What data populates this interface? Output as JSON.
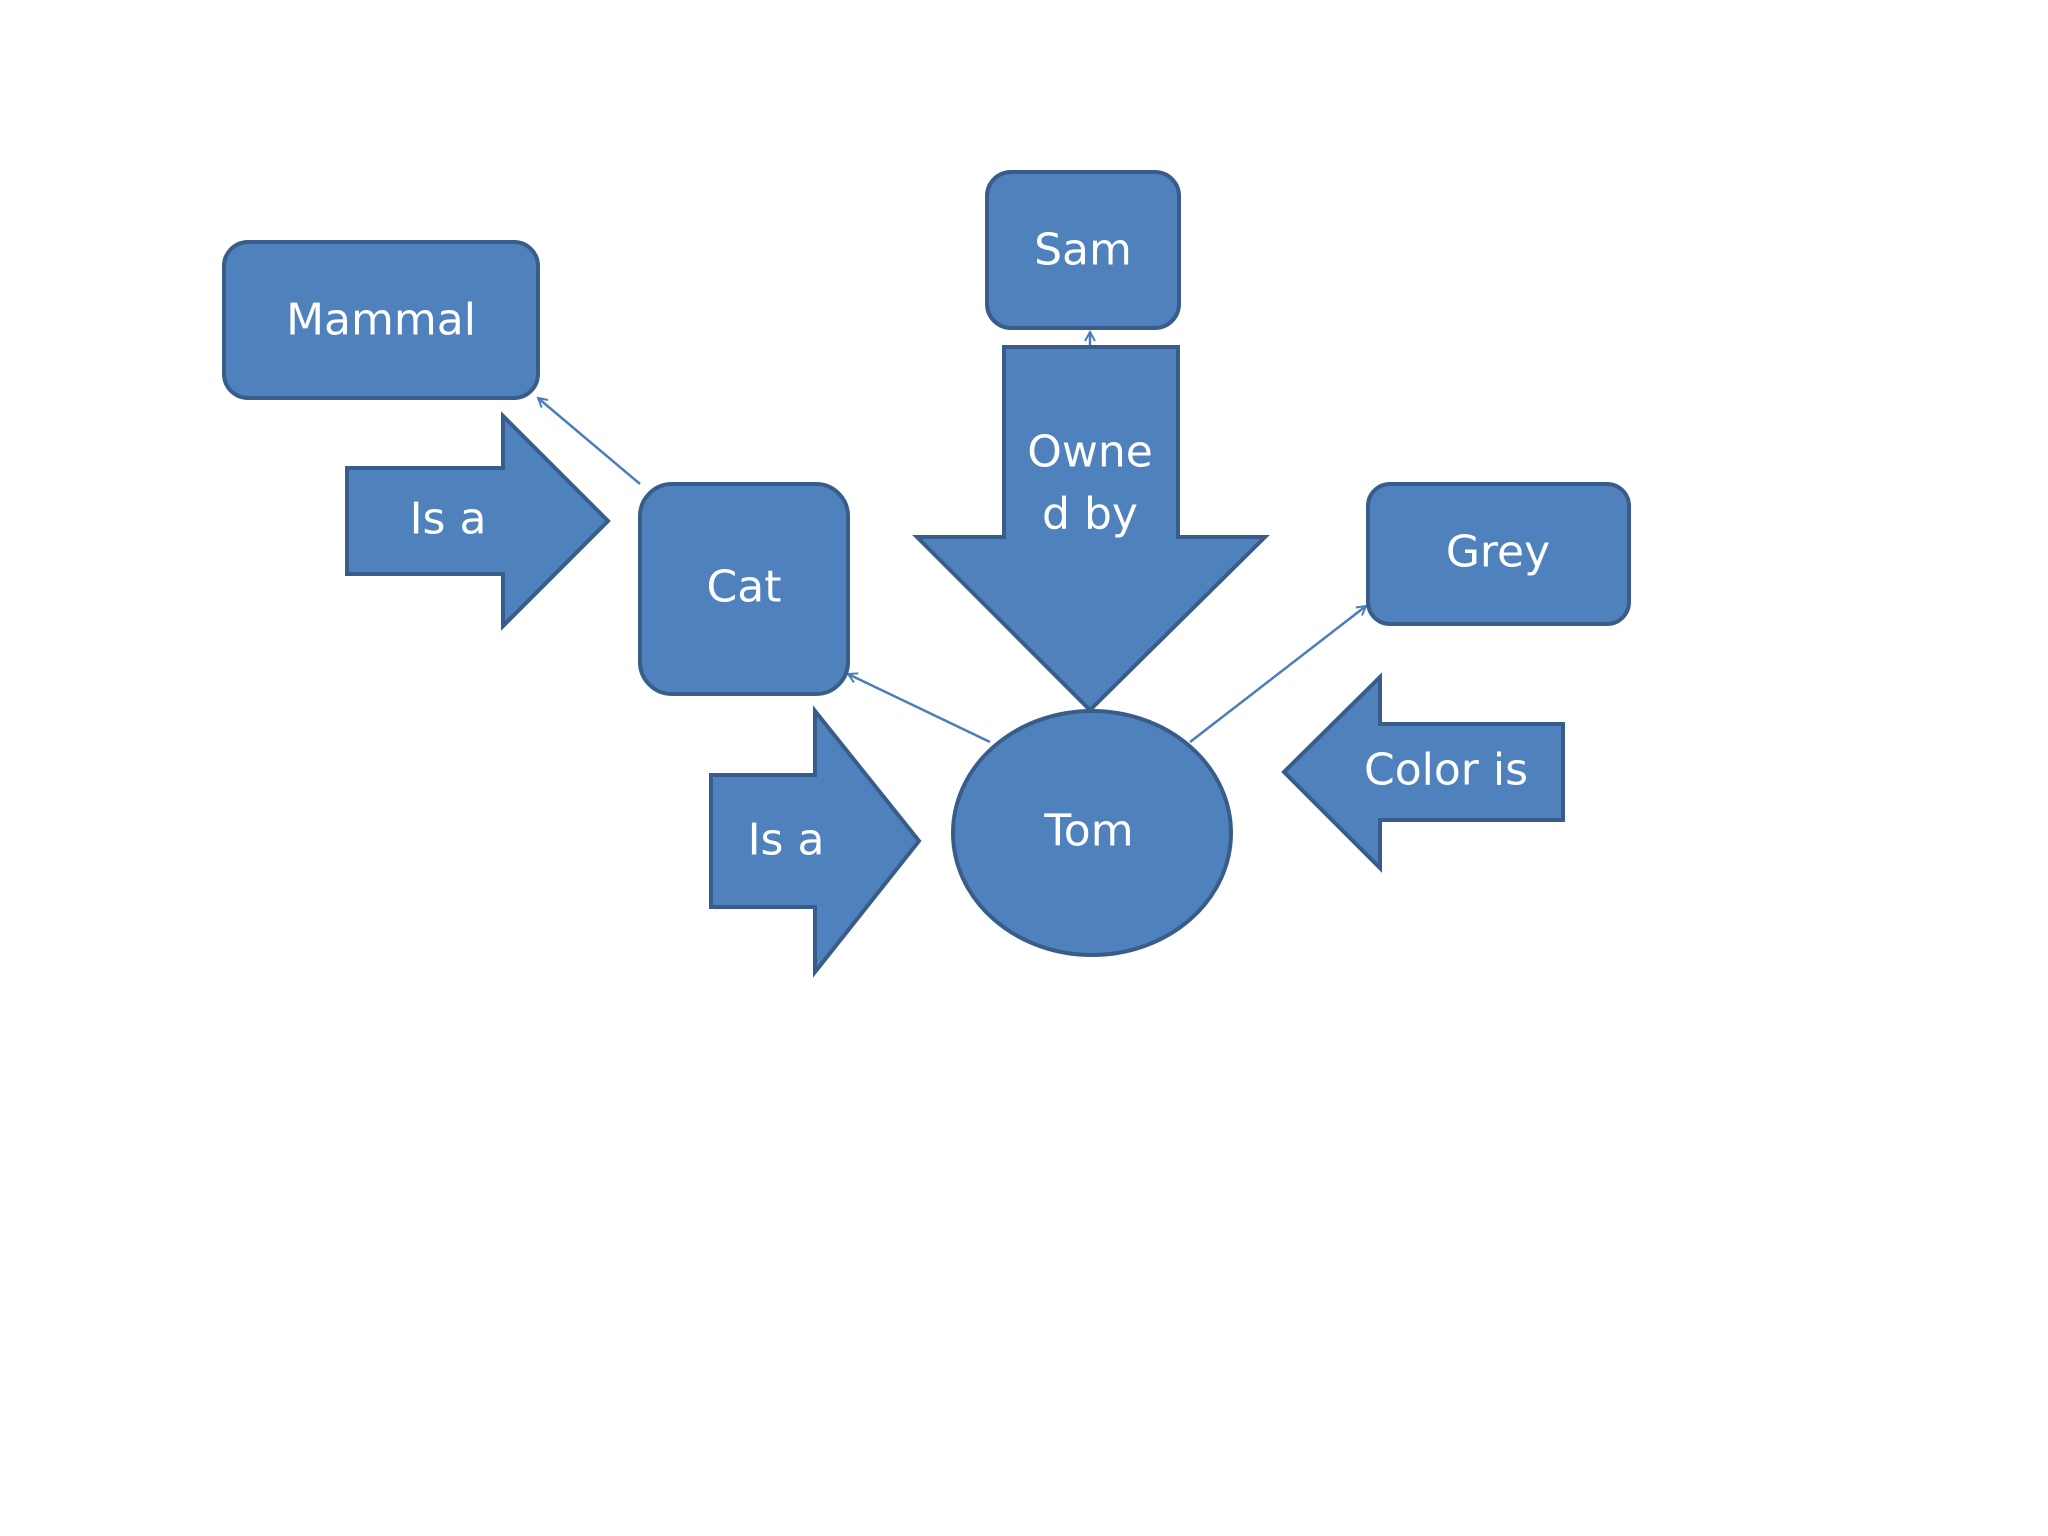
{
  "diagram": {
    "nodes": {
      "mammal": "Mammal",
      "sam": "Sam",
      "cat": "Cat",
      "tom": "Tom",
      "grey": "Grey"
    },
    "arrows": {
      "cat_is_a_mammal": "Is a",
      "owned_by_line1": "Owne",
      "owned_by_line2": "d by",
      "tom_is_a_cat": "Is a",
      "color_is": "Color is"
    },
    "colors": {
      "fill": "#4f81bd",
      "outline": "#385d8a",
      "text": "#ffffff",
      "background": "#ffffff"
    }
  }
}
